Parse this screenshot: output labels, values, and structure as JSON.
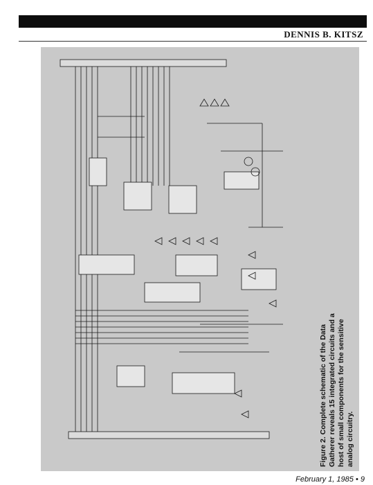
{
  "header": {
    "author": "DENNIS B. KITSZ"
  },
  "figure": {
    "caption": "Figure 2. Complete schematic of the Data Gatherer reveals 15 integrated circuits and a host of small components for the sensitive analog circuitry."
  },
  "footer": {
    "date": "February 1, 1985",
    "bullet": "•",
    "page_number": "9"
  }
}
